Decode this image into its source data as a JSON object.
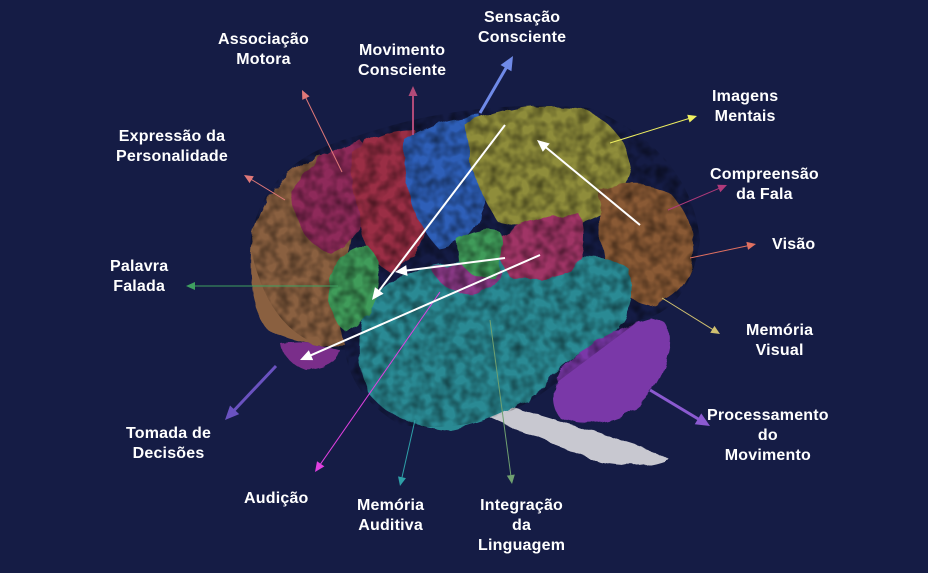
{
  "colors": {
    "background": "#151c45",
    "label_text": "#ffffff",
    "frontal": "#8a6040",
    "prefrontal_magenta": "#8e2c5a",
    "premotor_red": "#9a2f45",
    "motor_blue": "#2e5fb8",
    "sensory_olive": "#8f8d3a",
    "parietal_magenta": "#a03566",
    "occipital_brown": "#8a5a35",
    "temporal_teal": "#2b8a94",
    "broca_green": "#3f9c5a",
    "cerebellum_purple": "#7a38a8",
    "brainstem_white": "#c8c8d0"
  },
  "labels": {
    "associacao_motora": [
      "Associação",
      "Motora"
    ],
    "movimento_consciente": [
      "Movimento",
      "Consciente"
    ],
    "sensacao_consciente": [
      "Sensação",
      "Consciente"
    ],
    "imagens_mentais": [
      "Imagens",
      "Mentais"
    ],
    "expressao_personalidade": [
      "Expressão da",
      "Personalidade"
    ],
    "compreensao_fala": [
      "Compreensão",
      "da Fala"
    ],
    "visao": [
      "Visão"
    ],
    "palavra_falada": [
      "Palavra",
      "Falada"
    ],
    "memoria_visual": [
      "Memória",
      "Visual"
    ],
    "processamento_movimento": [
      "Processamento",
      "do",
      "Movimento"
    ],
    "tomada_decisoes": [
      "Tomada de",
      "Decisões"
    ],
    "audicao": [
      "Audição"
    ],
    "memoria_auditiva": [
      "Memória",
      "Auditiva"
    ],
    "integracao_linguagem": [
      "Integração",
      "da",
      "Linguagem"
    ]
  }
}
